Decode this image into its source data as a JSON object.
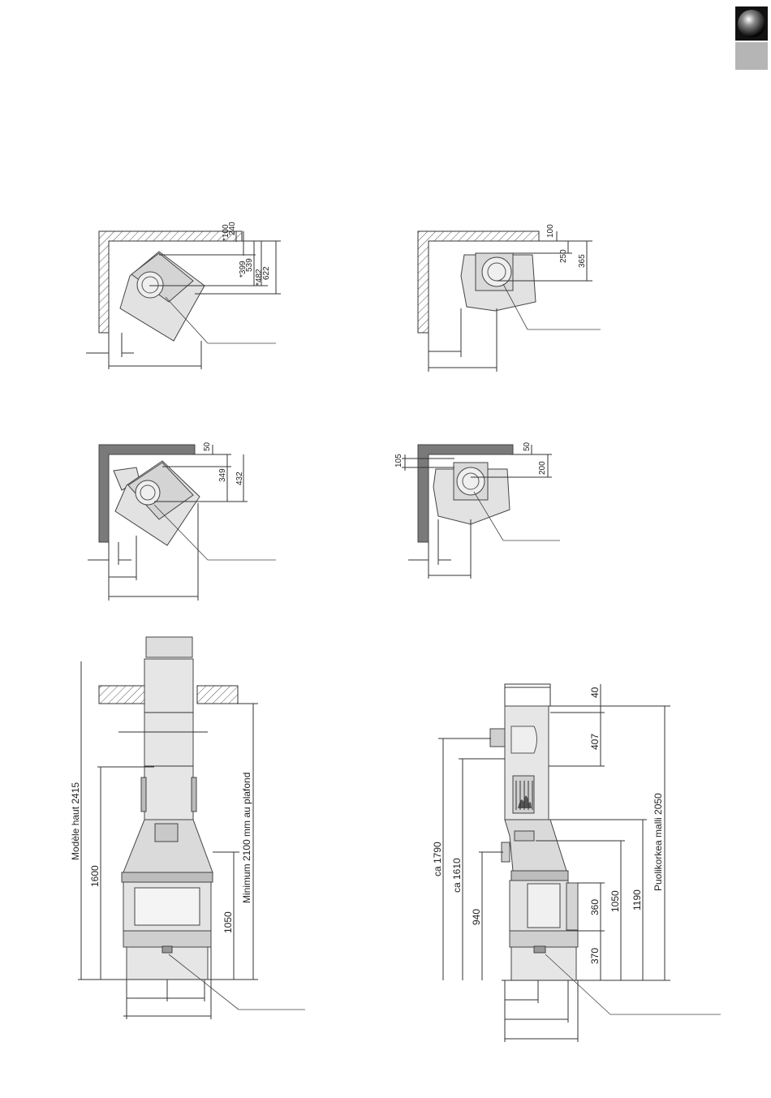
{
  "tab": {
    "color": "#9a9a9a"
  },
  "corner_hatched": {
    "dims": [
      "*100",
      "240",
      "*399",
      "539",
      "*482",
      "622"
    ]
  },
  "wall_hatched": {
    "dims": [
      "100",
      "250",
      "365"
    ]
  },
  "corner_solid": {
    "dims": [
      "50",
      "349",
      "432"
    ]
  },
  "wall_solid": {
    "dims": [
      "105",
      "50",
      "200"
    ]
  },
  "front": {
    "labels": {
      "model_high": "Modèle haut 2415",
      "h1600": "1600",
      "min_ceiling": "Minimum 2100 mm au plafond",
      "h1050": "1050"
    }
  },
  "side": {
    "labels": {
      "ca1790": "ca 1790",
      "ca1610": "ca 1610",
      "h940": "940",
      "h40": "40",
      "h407": "407",
      "h360": "360",
      "h370": "370",
      "h1050": "1050",
      "h1190": "1190",
      "puolikorkea": "Puolikorkea malli 2050"
    }
  }
}
